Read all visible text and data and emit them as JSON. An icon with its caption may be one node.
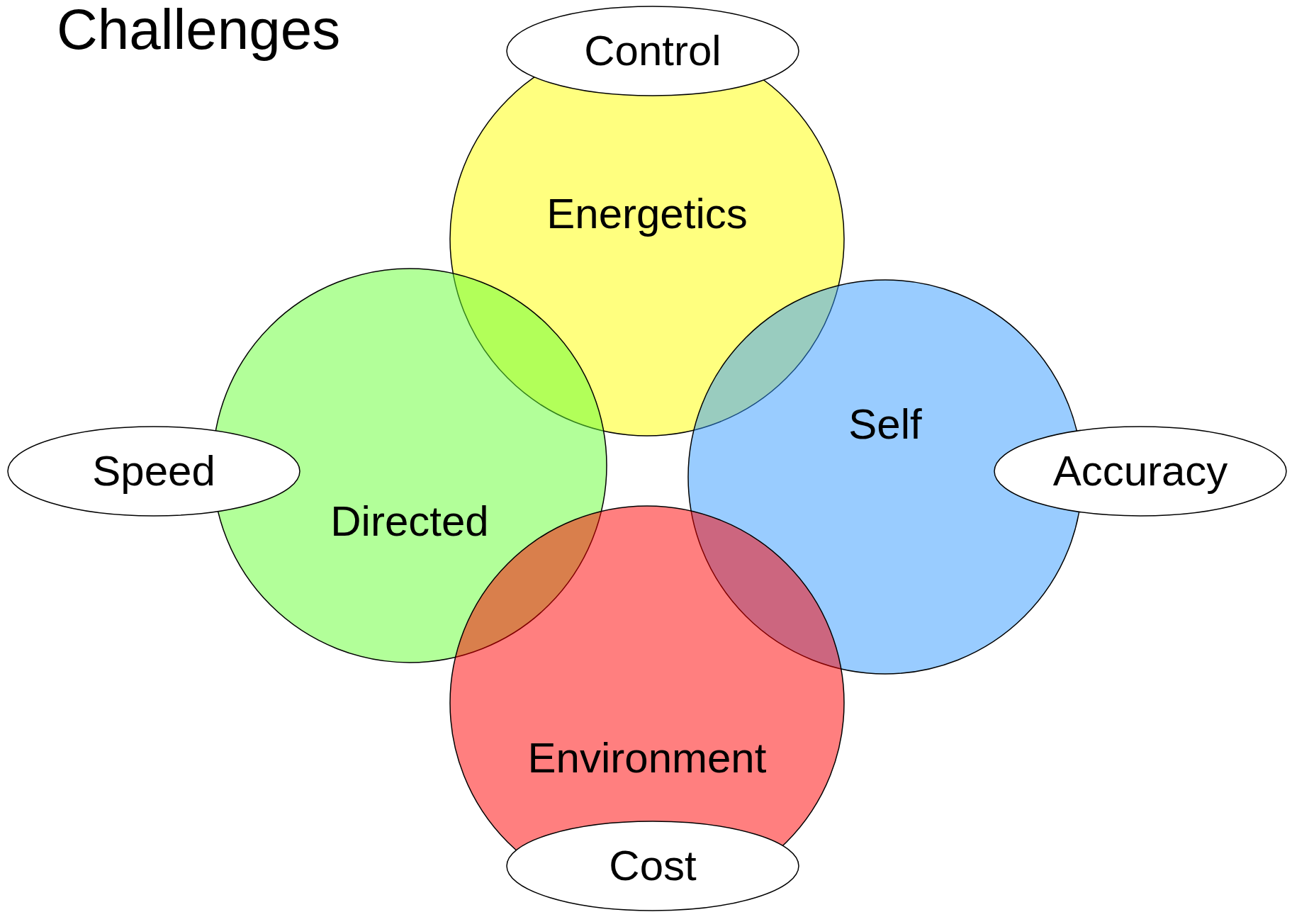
{
  "diagram": {
    "title": "Challenges",
    "nodes": [
      {
        "text": [
          "Control"
        ]
      },
      {
        "text": [
          "Energetics"
        ]
      },
      {
        "text": [
          "Directed"
        ]
      },
      {
        "text": [
          "Self"
        ]
      },
      {
        "text": [
          "Speed"
        ]
      },
      {
        "text": [
          "Accuracy"
        ]
      },
      {
        "text": [
          "Environment"
        ]
      },
      {
        "text": [
          "Cost"
        ]
      }
    ]
  }
}
